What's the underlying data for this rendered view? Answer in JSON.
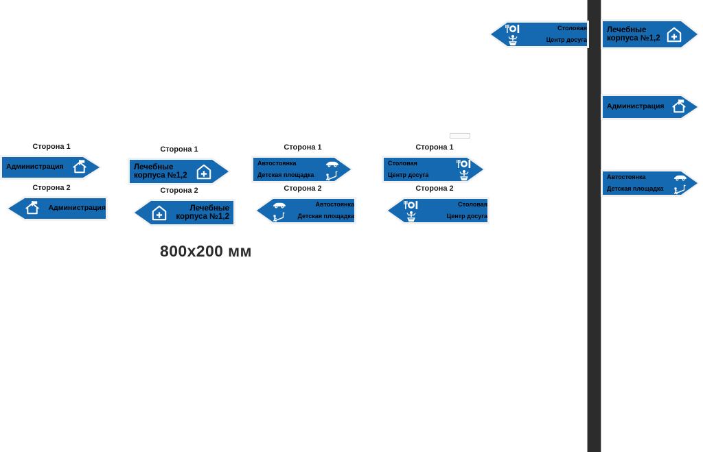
{
  "page": {
    "dimension_label": "800x200 мм",
    "side_1_caption": "Сторона 1",
    "side_2_caption": "Сторона 2",
    "sign_blue": "#1569b0",
    "pole_color": "#2c2c2c",
    "text_color": "#ffffff"
  },
  "signs": {
    "administration": {
      "line1": "Администрация",
      "icon1": "house-flag-icon"
    },
    "medical": {
      "line1": "Лечебные",
      "line2": "корпуса №1,2",
      "icon1": "house-plus-icon"
    },
    "parking": {
      "line1": "Автостоянка",
      "line2": "Детская площадка",
      "icon1": "car-icon",
      "icon2": "playground-icon"
    },
    "canteen": {
      "line1": "Столовая",
      "line2": "Центр досуга",
      "icon1": "cutlery-plate-icon",
      "icon2": "leisure-fountain-icon"
    }
  },
  "layout_groups": [
    {
      "id": "administration",
      "caption_1": "Сторона 1",
      "caption_2": "Сторона 2"
    },
    {
      "id": "medical",
      "caption_1": "Сторона 1",
      "caption_2": "Сторона 2"
    },
    {
      "id": "parking",
      "caption_1": "Сторона 1",
      "caption_2": "Сторона 2"
    },
    {
      "id": "canteen",
      "caption_1": "Сторона 1",
      "caption_2": "Сторона 2"
    }
  ],
  "pole_preview": {
    "left_sign": {
      "id": "canteen",
      "direction": "left"
    },
    "right_signs": [
      {
        "id": "medical",
        "direction": "right"
      },
      {
        "id": "administration",
        "direction": "right"
      },
      {
        "id": "parking",
        "direction": "right"
      }
    ]
  }
}
